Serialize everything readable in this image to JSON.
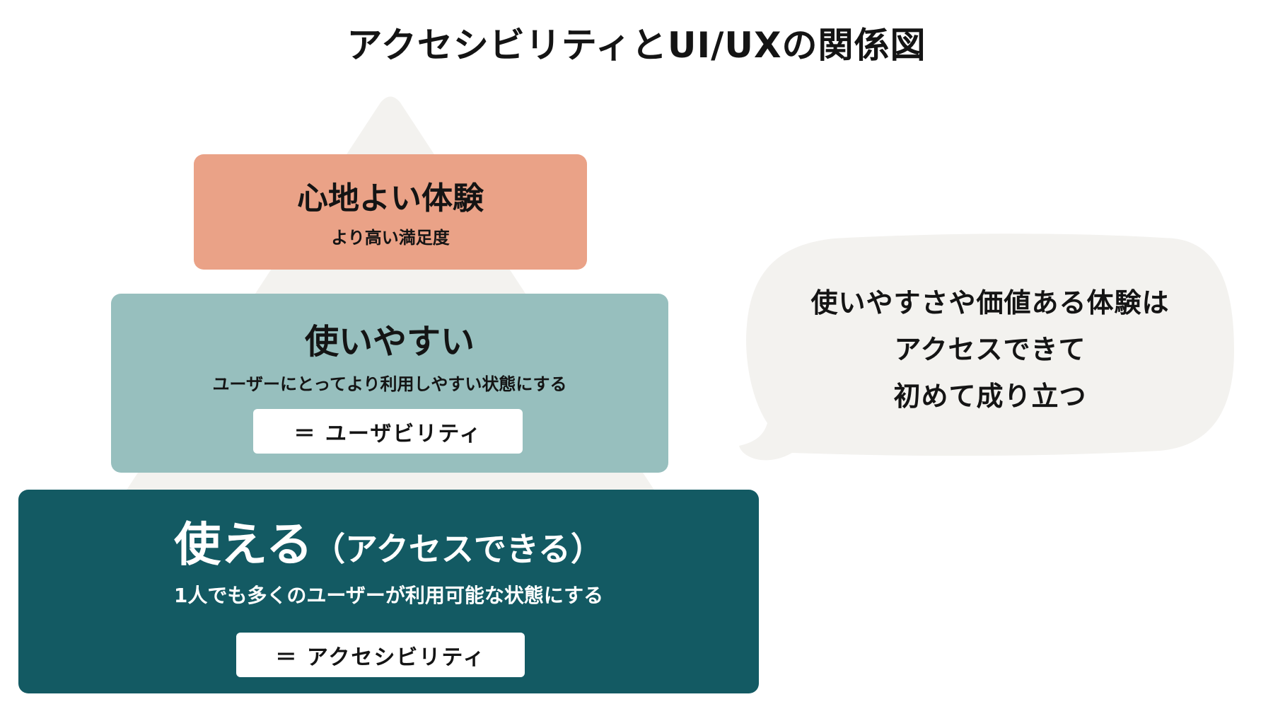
{
  "title": "アクセシビリティとUI/UXの関係図",
  "colors": {
    "pyramid_background": "#f3f2ef",
    "tier_top": "#eaa287",
    "tier_middle": "#97bfbe",
    "tier_bottom": "#135a63",
    "bubble": "#f3f2ef",
    "text_dark": "#141414",
    "text_light": "#ffffff"
  },
  "pyramid": {
    "top": {
      "heading": "心地よい体験",
      "subtext": "より高い満足度"
    },
    "middle": {
      "heading": "使いやすい",
      "subtext": "ユーザーにとってより利用しやすい状態にする",
      "label": "＝ ユーザビリティ"
    },
    "bottom": {
      "heading": "使える",
      "heading_paren": "（アクセスできる）",
      "subtext": "1人でも多くのユーザーが利用可能な状態にする",
      "label": "＝ アクセシビリティ"
    }
  },
  "speech_bubble": {
    "lines": [
      "使いやすさや価値ある体験は",
      "アクセスできて",
      "初めて成り立つ"
    ]
  }
}
